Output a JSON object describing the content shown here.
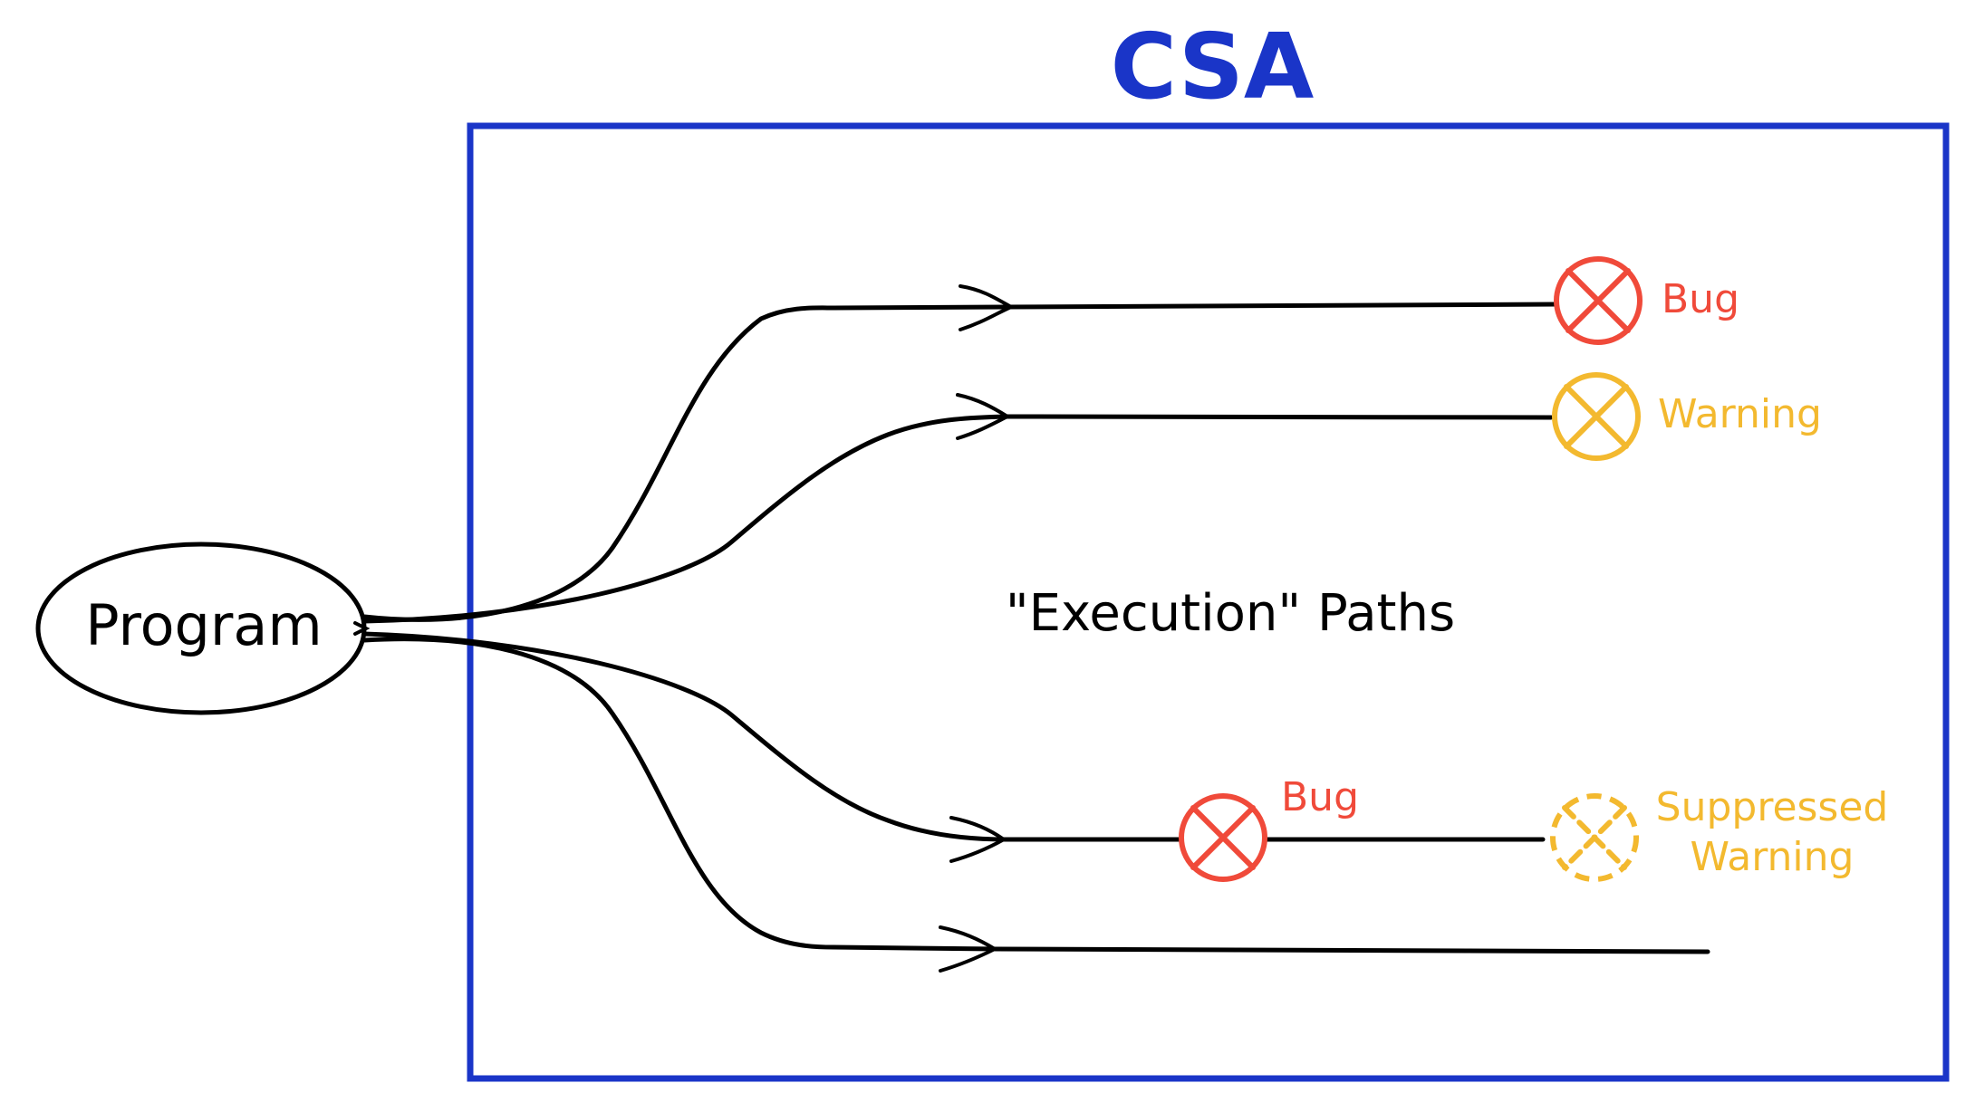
{
  "title": "CSA",
  "source_node": "Program",
  "center_label": "\"Execution\" Paths",
  "markers": {
    "bug_top": "Bug",
    "warning_top": "Warning",
    "bug_mid": "Bug",
    "suppressed_line1": "Suppressed",
    "suppressed_line2": "Warning"
  },
  "colors": {
    "frame": "#1a35c8",
    "bug": "#f04a3a",
    "warning": "#f3b92f",
    "path": "#000000"
  }
}
